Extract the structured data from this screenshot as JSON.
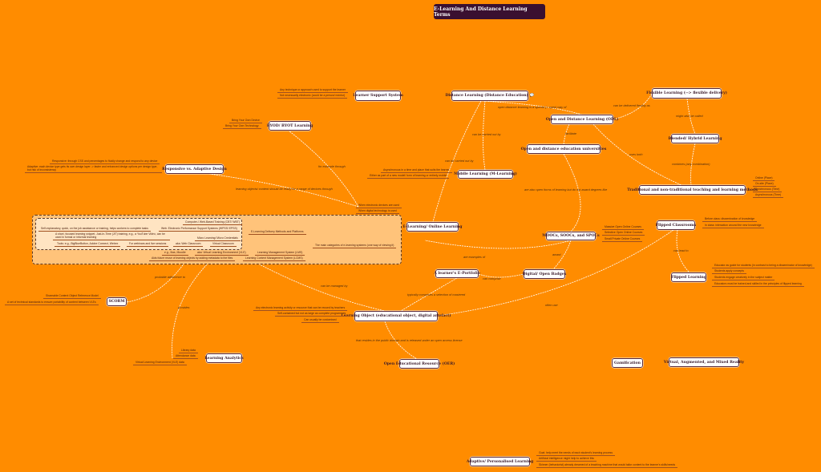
{
  "title": "E-Learning And Distance Learning Terms",
  "nodes": {
    "learner_support": "Learner Support System",
    "byod": "BYOD/ BYOT Learning",
    "responsive": "Responsive vs. Adaptive Design",
    "distance": "Distance Learning (Distance Education)",
    "flexible": "Flexible Learning (--> flexible delivery)",
    "odl": "Open and Distance Learning (ODL)",
    "blended": "Blended/ Hybrid Learning",
    "universities": "Open and distance education universities",
    "mobile": "Mobile Learning (M-Learning)",
    "traditional": "Traditional and non-traditional teaching and learning methods",
    "elearning": "E-Learning/ Online Learning",
    "flipped_classrooms": "Flipped Classrooms",
    "moocs": "MOOCs, SOOCs, and SPOCs",
    "eportfolio": "A learner's E-Portfolio",
    "badges": "Digital/ Open Badges",
    "flipped_learning": "Flipped Learning",
    "scorm": "SCORM",
    "learning_object": "Learning Object (educational object, digital artefact)",
    "analytics": "Learning Analytics",
    "oer": "Open Educational Resource (OER)",
    "gamification": "Gamification",
    "vr": "Virtual, Augmented, and Mixed Reality",
    "adaptive": "Adaptive/ Personalised Learning"
  },
  "leaves": {
    "learner_support": [
      "Any technique or approach used to support the learner",
      "Not necessarily electronic (could be a person/ mentor)"
    ],
    "byod": [
      "Bring Your Own Device",
      "Bring Your Own Technology"
    ],
    "responsive": [
      "Responsive: through CSS and percentages to fluidly change and respond to any device",
      "Adaptive: each device type gets its own design layer -> faster and enhanced design options per design type, but risk of inconsistency"
    ],
    "mobile": [
      "Asynchronous in a time and place that suits the learner",
      "Either as part of a new model/ form of learning or entirely mobile"
    ],
    "traditional": [
      "Online (Place)",
      "On-site (Place)",
      "Synchronous (Time)",
      "Asynchronous (Time)"
    ],
    "elearning_when": [
      "When electronic devices are used",
      "When digital technology is used"
    ],
    "group": [
      "Computer-/ Web-Based Training (CBT/ WBT)",
      "Self-explanatory, quick, on the job assistance or training, helps workers to complete tasks",
      "Web: Electronic Performance Support Systems (WPSS/ EPSS)",
      "E-Learning Delivery Methods and Platforms",
      "A short, focused learning snippet, Just-In-Time (JIT) training, e.g., a YouTube Video, can be used in formal or informal learning",
      "Micro Learning/ Micro Credentials",
      "Tools: e.g., BigBlueButton, Adobe Connect, Webex",
      "For webinars and live sessions",
      "aka: Web Classroom",
      "Virtual Classroom",
      "The main categories of e-learning systems (one way of viewing it)",
      "e.g., Ilias, Moodle",
      "aka: Virtual Learning Environment (VLE)",
      "Learning Management System (LMS)",
      "Aids future reuse of learning objects by adding metadata to the files",
      "Learning Content Management System (LCMS)"
    ],
    "flipped_classrooms": [
      "Before class: dissemination of knowledge",
      "In class: interaction around the new knowledge"
    ],
    "moocs": [
      "Massive Open Online Courses",
      "Selective Open Online Courses",
      "Small Private Online Courses"
    ],
    "flipped_learning": [
      "Educator as guide for students (in contrast to being a disseminator of knowledge)",
      "Students apply concepts",
      "Students engage creatively in the subject matter",
      "Educators must be trained and skilled in the principles of flipped learning"
    ],
    "scorm": [
      "Shareable Content Object Reference Model",
      "A set of technical standards to ensure portability of content between VLEs"
    ],
    "learning_object": [
      "Any electronic learning activity or resource that can be reused by teachers",
      "Self-contained but not as large as complete programmes",
      "Can usually be customised"
    ],
    "analytics": [
      "Library data",
      "Attendance data",
      "Virtual Learning Environment (VLE) data"
    ],
    "adaptive": [
      "Goal: help meet the needs of each student's learning process",
      "Artificial intelligence might help to achieve this",
      "Skinner (behaviorist) already dreamed of a teaching machine that would tailor content to the learner's skills/needs"
    ]
  },
  "edge_labels": [
    "open distance learning is a special (= open) way of",
    "can be delivered flexibly as",
    "might also be called",
    "facilitate",
    "uses both",
    "combines (any combination)",
    "can be carried out by",
    "can be carried out by",
    "for example through",
    "learning objects/ content should be ready for a range of devices through",
    "are also open forms of learning but do not award degrees like",
    "are examples of",
    "award",
    "can comprise",
    "can lead to",
    "typically comprises a selection of mastered",
    "often use",
    "probable adherence to",
    "provides",
    "can be managed by",
    "that resides in the public domain and is released under an open access license"
  ],
  "icons": {
    "note": "comment-icon"
  }
}
